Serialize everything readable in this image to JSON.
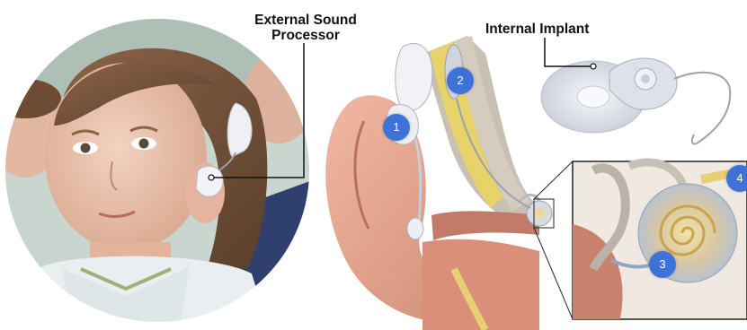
{
  "labels": {
    "external_processor_line1": "External Sound",
    "external_processor_line2": "Processor",
    "internal_implant": "Internal Implant"
  },
  "badges": [
    "1",
    "2",
    "3",
    "4"
  ],
  "colors": {
    "badge_blue": "#3f72d9",
    "label_text": "#111111",
    "leader_line": "#111111",
    "skin": "#e3a58e",
    "bone": "#d8cfc0",
    "implant_body": "#dfe3ea"
  }
}
